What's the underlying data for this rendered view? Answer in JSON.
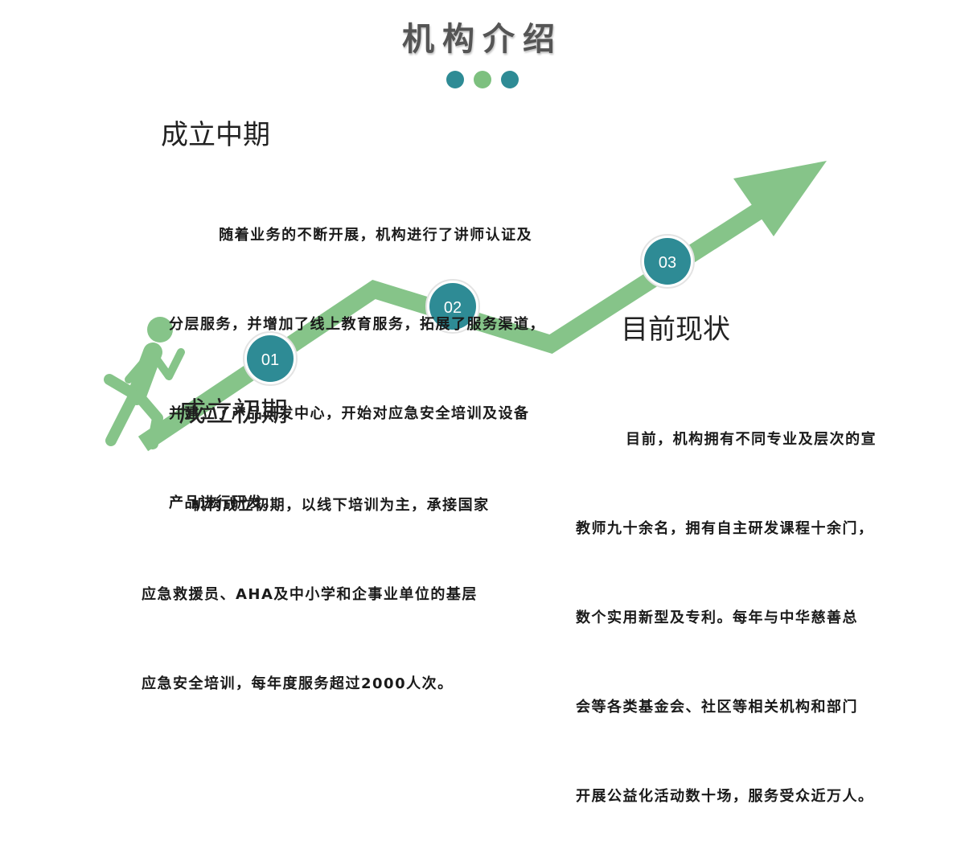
{
  "page": {
    "title": "机构介绍",
    "colors": {
      "teal": "#2e8b95",
      "green": "#7dc07f",
      "arrow": "#86c489"
    }
  },
  "stages": [
    {
      "badge": "01",
      "heading": "成立初期",
      "lines": [
        "        机构成立初期，以线下培训为主，承接国家",
        "应急救援员、AHA及中小学和企事业单位的基层",
        "应急安全培训，每年度服务超过2000人次。"
      ]
    },
    {
      "badge": "02",
      "heading": "成立中期",
      "lines": [
        "        随着业务的不断开展，机构进行了讲师认证及",
        "分层服务，并增加了线上教育服务，拓展了服务渠道，",
        "并建立了产品研发中心，开始对应急安全培训及设备",
        "产品进行研发。"
      ]
    },
    {
      "badge": "03",
      "heading": "目前现状",
      "lines": [
        "        目前，机构拥有不同专业及层次的宣",
        "教师九十余名，拥有自主研发课程十余门，",
        "数个实用新型及专利。每年与中华慈善总",
        "会等各类基金会、社区等相关机构和部门",
        "开展公益化活动数十场，服务受众近万人。"
      ]
    }
  ]
}
